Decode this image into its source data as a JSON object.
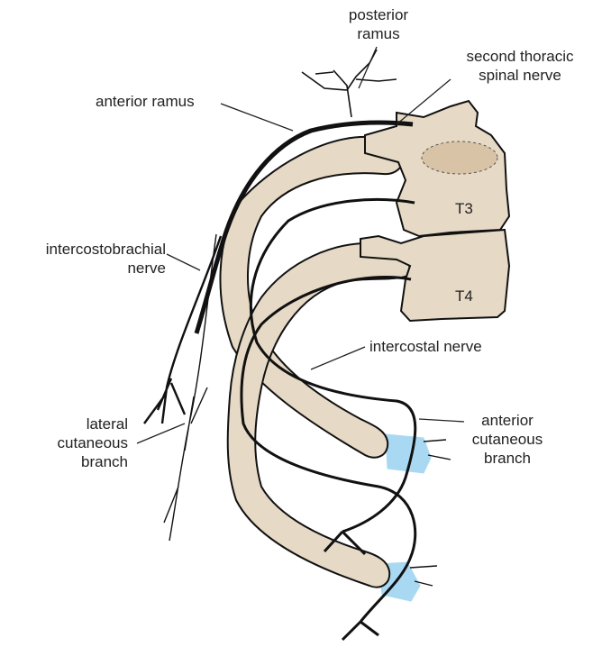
{
  "labels": {
    "posterior_ramus": "posterior\nramus",
    "second_thoracic": "second thoracic\nspinal nerve",
    "anterior_ramus": "anterior ramus",
    "intercostobrachial": "intercostobrachial\nnerve",
    "intercostal": "intercostal nerve",
    "lateral_cutaneous": "lateral\ncutaneous\nbranch",
    "anterior_cutaneous": "anterior\ncutaneous\nbranch",
    "t3": "T3",
    "t4": "T4"
  },
  "colors": {
    "bone": "#e6d9c5",
    "bone_shade": "#d8c3a6",
    "cartilage": "#a9d9f2",
    "nerve": "#111111",
    "leader": "#222222"
  }
}
